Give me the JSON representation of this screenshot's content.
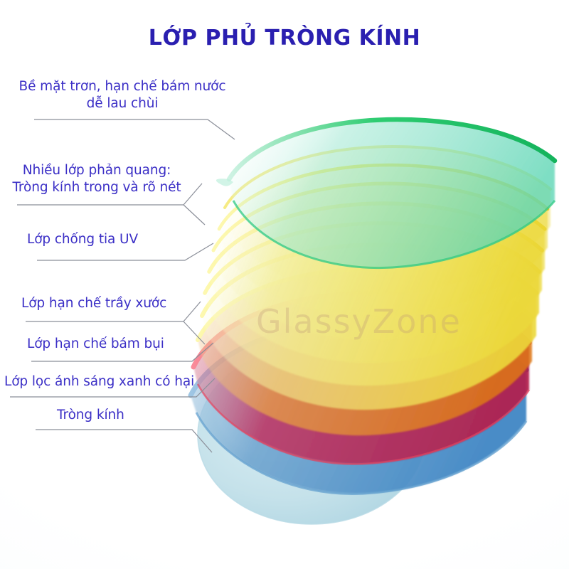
{
  "header": {
    "title": "LỚP PHỦ TRÒNG KÍNH",
    "title_color": "#2a1fb0"
  },
  "watermark": {
    "text": "GlassyZone"
  },
  "theme": {
    "background": "#ffffff",
    "label_color": "#3b2fc6",
    "leader_line_color": "#8b8f99"
  },
  "diagram": {
    "type": "exploded-layer-stack",
    "subject": "eyeglass-lens-coating-layers",
    "layer_colors": {
      "green_top": "#3fd08a",
      "green_body": "#9fe8cf",
      "yellow_edge": "#f5e742",
      "yellow_body": "#e9d84a",
      "orange": "#e8861f",
      "red_edge": "#ef2d3c",
      "magenta_body": "#c6315e",
      "blue_edge": "#3f7fc1",
      "blue_body": "#7ab0d8",
      "base_disc": "#bfdfe8"
    }
  },
  "labels": [
    {
      "id": "anti-water",
      "text": "Bề mặt trơn, hạn chế bám nước\ndễ lau chùi"
    },
    {
      "id": "anti-reflective",
      "text": "Nhiều lớp phản quang:\nTròng kính trong và rõ nét"
    },
    {
      "id": "uv-protection",
      "text": "Lớp chống tia UV"
    },
    {
      "id": "anti-scratch",
      "text": "Lớp hạn chế trầy xước"
    },
    {
      "id": "anti-dust",
      "text": "Lớp hạn chế bám bụi"
    },
    {
      "id": "blue-light-filter",
      "text": "Lớp lọc ánh sáng xanh có hại"
    },
    {
      "id": "lens",
      "text": "Tròng kính"
    }
  ]
}
